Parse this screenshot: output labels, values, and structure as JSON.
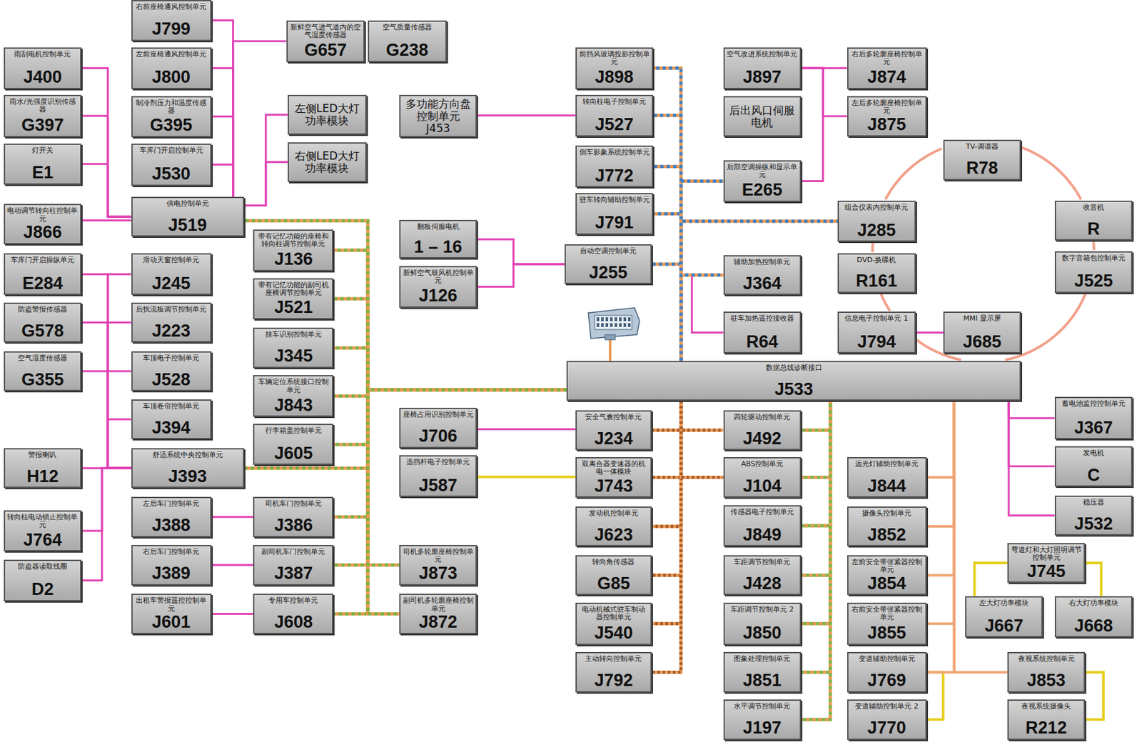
{
  "diagram": {
    "nodes": [
      {
        "text": [
          "右前座椅通风控制单元",
          "J799"
        ]
      },
      {
        "text": [
          "左前座椅通风控制单元",
          "J800"
        ]
      },
      {
        "text": [
          "新鲜空气进气道内的空气湿度传感器",
          "G657"
        ]
      },
      {
        "text": [
          "空气质量传感器",
          "G238"
        ]
      },
      {
        "text": [
          "前挡风玻璃投影控制单元",
          "J898"
        ]
      },
      {
        "text": [
          "空气改进系统控制单元",
          "J897"
        ]
      },
      {
        "text": [
          "右后多轮廓座椅控制单元",
          "J874"
        ]
      },
      {
        "text": [
          "雨刮电机控制单元",
          "J400"
        ]
      },
      {
        "text": [
          "制冷剂压力和温度传感器",
          "G395"
        ]
      },
      {
        "text": [
          "左侧LED大灯功率模块"
        ]
      },
      {
        "text": [
          "多功能方向盘控制单元",
          "J453"
        ]
      },
      {
        "text": [
          "转向柱电子控制单元",
          "J527"
        ]
      },
      {
        "text": [
          "后出风口伺服电机"
        ]
      },
      {
        "text": [
          "左后多轮廓座椅控制单元",
          "J875"
        ]
      },
      {
        "text": [
          "雨水/光强度识别传感器",
          "G397"
        ]
      },
      {
        "text": [
          "TV-调谐器",
          "R78"
        ]
      },
      {
        "text": [
          "灯开关",
          "E1"
        ]
      },
      {
        "text": [
          "车库门开启控制单元",
          "J530"
        ]
      },
      {
        "text": [
          "右侧LED大灯功率模块"
        ]
      },
      {
        "text": [
          "倒车影象系统控制单元",
          "J772"
        ]
      },
      {
        "text": [
          "后部空调操纵和显示单元",
          "E265"
        ]
      },
      {
        "text": [
          "供电控制单元",
          "J519"
        ]
      },
      {
        "text": [
          "电动调节转向柱控制单元",
          "J866"
        ]
      },
      {
        "text": [
          "驻车转向辅助控制单元",
          "J791"
        ]
      },
      {
        "text": [
          "组合仪表内控制单元",
          "J285"
        ]
      },
      {
        "text": [
          "收音机",
          "R"
        ]
      },
      {
        "text": [
          "翻板伺服电机",
          "1 – 16"
        ]
      },
      {
        "text": [
          "带有记忆功能的座椅和转向柱调节控制单元",
          "J136"
        ]
      },
      {
        "text": [
          "自动空调控制单元",
          "J255"
        ]
      },
      {
        "text": [
          "车库门开启操纵单元",
          "E284"
        ]
      },
      {
        "text": [
          "滑动天窗控制单元",
          "J245"
        ]
      },
      {
        "text": [
          "辅助加热控制单元",
          "J364"
        ]
      },
      {
        "text": [
          "DVD-换碟机",
          "R161"
        ]
      },
      {
        "text": [
          "数字音箱包控制单元",
          "J525"
        ]
      },
      {
        "text": [
          "新鲜空气鼓风机控制单元",
          "J126"
        ]
      },
      {
        "text": [
          "带有记忆功能的副司机座椅调节控制单元",
          "J521"
        ]
      },
      {
        "text": [
          "防盗警报传感器",
          "G578"
        ]
      },
      {
        "text": [
          "后扰流板调节控制单元",
          "J223"
        ]
      },
      {
        "text": [
          "驻车加热遥控接收器",
          "R64"
        ]
      },
      {
        "text": [
          "信息电子控制单元 1",
          "J794"
        ]
      },
      {
        "text": [
          "MMI 显示屏",
          "J685"
        ]
      },
      {
        "text": [
          "挂车识别控制单元",
          "J345"
        ]
      },
      {
        "text": [
          "空气湿度传感器",
          "G355"
        ]
      },
      {
        "text": [
          "车顶电子控制单元",
          "J528"
        ]
      },
      {
        "text": [
          "数据总线诊断接口",
          "J533"
        ]
      },
      {
        "text": [
          "车辆定位系统接口控制单元",
          "J843"
        ]
      },
      {
        "text": [
          "蓄电池监控控制单元",
          "J367"
        ]
      },
      {
        "text": [
          "车顶卷帘控制单元",
          "J394"
        ]
      },
      {
        "text": [
          "座椅占用识别控制单元",
          "J706"
        ]
      },
      {
        "text": [
          "安全气囊控制单元",
          "J234"
        ]
      },
      {
        "text": [
          "四轮驱动控制单元",
          "J492"
        ]
      },
      {
        "text": [
          "行李箱盖控制单元",
          "J605"
        ]
      },
      {
        "text": [
          "警报喇叭",
          "H12"
        ]
      },
      {
        "text": [
          "舒适系统中央控制单元",
          "J393"
        ]
      },
      {
        "text": [
          "发电机",
          "C"
        ]
      },
      {
        "text": [
          "选挡杆电子控制单元",
          "J587"
        ]
      },
      {
        "text": [
          "双离合器变速器的机电一体模块",
          "J743"
        ]
      },
      {
        "text": [
          "ABS控制单元",
          "J104"
        ]
      },
      {
        "text": [
          "远光灯辅助控制单元",
          "J844"
        ]
      },
      {
        "text": [
          "左后车门控制单元",
          "J388"
        ]
      },
      {
        "text": [
          "司机车门控制单元",
          "J386"
        ]
      },
      {
        "text": [
          "稳压器",
          "J532"
        ]
      },
      {
        "text": [
          "发动机控制单元",
          "J623"
        ]
      },
      {
        "text": [
          "传感器电子控制单元",
          "J849"
        ]
      },
      {
        "text": [
          "摄像头控制单元",
          "J852"
        ]
      },
      {
        "text": [
          "转向柱电动锁止控制单元",
          "J764"
        ]
      },
      {
        "text": [
          "右后车门控制单元",
          "J389"
        ]
      },
      {
        "text": [
          "副司机车门控制单元",
          "J387"
        ]
      },
      {
        "text": [
          "司机多轮廓座椅控制单元",
          "J873"
        ]
      },
      {
        "text": [
          "弯道灯和大灯照明调节控制单元",
          "J745"
        ]
      },
      {
        "text": [
          "转向角传感器",
          "G85"
        ]
      },
      {
        "text": [
          "车距调节控制单元",
          "J428"
        ]
      },
      {
        "text": [
          "左前安全带张紧器控制单元",
          "J854"
        ]
      },
      {
        "text": [
          "防盗器读取线圈",
          "D2"
        ]
      },
      {
        "text": [
          "出租车警报遥控控制单元",
          "J601"
        ]
      },
      {
        "text": [
          "专用车控制单元",
          "J608"
        ]
      },
      {
        "text": [
          "副司机多轮廓座椅控制单元",
          "J872"
        ]
      },
      {
        "text": [
          "电动机械式驻车制动器控制单元",
          "J540"
        ]
      },
      {
        "text": [
          "车距调节控制单元 2",
          "J850"
        ]
      },
      {
        "text": [
          "右前安全带张紧器控制单元",
          "J855"
        ]
      },
      {
        "text": [
          "左大灯功率模块",
          "J667"
        ]
      },
      {
        "text": [
          "右大灯功率模块",
          "J668"
        ]
      },
      {
        "text": [
          "主动转向控制单元",
          "J792"
        ]
      },
      {
        "text": [
          "图象处理控制单元",
          "J851"
        ]
      },
      {
        "text": [
          "变道辅助控制单元",
          "J769"
        ]
      },
      {
        "text": [
          "夜视系统控制单元",
          "J853"
        ]
      },
      {
        "text": [
          "水平调节控制单元",
          "J197"
        ]
      },
      {
        "text": [
          "变道辅助控制单元 2",
          "J770"
        ]
      },
      {
        "text": [
          "夜视系统摄像头",
          "R212"
        ]
      }
    ],
    "edges": [
      {
        "from": 21,
        "to": 0,
        "arrow": "none"
      },
      {
        "from": 21,
        "to": 1,
        "arrow": "none"
      },
      {
        "from": 21,
        "to": 8,
        "arrow": "none"
      },
      {
        "from": 21,
        "to": 17,
        "arrow": "none"
      },
      {
        "from": 21,
        "to": 2,
        "arrow": "none"
      },
      {
        "from": 21,
        "to": 9,
        "arrow": "none"
      },
      {
        "from": 21,
        "to": 18,
        "arrow": "none"
      },
      {
        "from": 21,
        "to": 7,
        "arrow": "none"
      },
      {
        "from": 21,
        "to": 14,
        "arrow": "none"
      },
      {
        "from": 21,
        "to": 16,
        "arrow": "none"
      },
      {
        "from": 21,
        "to": 22,
        "arrow": "none"
      },
      {
        "from": 53,
        "to": 29,
        "arrow": "none"
      },
      {
        "from": 53,
        "to": 36,
        "arrow": "none"
      },
      {
        "from": 53,
        "to": 42,
        "arrow": "none"
      },
      {
        "from": 53,
        "to": 30,
        "arrow": "none"
      },
      {
        "from": 53,
        "to": 37,
        "arrow": "none"
      },
      {
        "from": 53,
        "to": 43,
        "arrow": "none"
      },
      {
        "from": 53,
        "to": 47,
        "arrow": "none"
      },
      {
        "from": 53,
        "to": 52,
        "arrow": "none"
      },
      {
        "from": 53,
        "to": 65,
        "arrow": "none"
      },
      {
        "from": 53,
        "to": 73,
        "arrow": "none"
      },
      {
        "from": 59,
        "to": 60,
        "arrow": "none"
      },
      {
        "from": 66,
        "to": 67,
        "arrow": "none"
      },
      {
        "from": 74,
        "to": 75,
        "arrow": "none"
      },
      {
        "from": 28,
        "to": 26,
        "arrow": "none"
      },
      {
        "from": 28,
        "to": 34,
        "arrow": "none"
      },
      {
        "from": 10,
        "to": 11,
        "arrow": "none"
      },
      {
        "from": 48,
        "to": 49,
        "arrow": "none"
      },
      {
        "from": 5,
        "to": 6,
        "arrow": "none"
      },
      {
        "from": 5,
        "to": 13,
        "arrow": "none"
      },
      {
        "from": 5,
        "to": 20,
        "arrow": "none"
      },
      {
        "from": 31,
        "to": 38,
        "arrow": "none"
      },
      {
        "from": 39,
        "to": 40,
        "arrow": "none"
      },
      {
        "from": 44,
        "to": 46,
        "arrow": "none"
      },
      {
        "from": 44,
        "to": 54,
        "arrow": "none"
      },
      {
        "from": 44,
        "to": 61,
        "arrow": "none"
      },
      {
        "from": 55,
        "to": 56,
        "arrow": "none"
      },
      {
        "from": 69,
        "to": 80,
        "arrow": "none"
      },
      {
        "from": 69,
        "to": 81,
        "arrow": "none"
      },
      {
        "from": 84,
        "to": 87,
        "arrow": "none"
      },
      {
        "from": 85,
        "to": 88,
        "arrow": "none"
      },
      {
        "from": 15,
        "to": 25,
        "arrow": "none"
      },
      {
        "from": 25,
        "to": 33,
        "arrow": "none"
      },
      {
        "from": 33,
        "to": 44,
        "arrow": "none"
      },
      {
        "from": 44,
        "to": 39,
        "arrow": "none"
      },
      {
        "from": 39,
        "to": 32,
        "arrow": "none"
      },
      {
        "from": 32,
        "to": 24,
        "arrow": "none"
      },
      {
        "from": 24,
        "to": 15,
        "arrow": "none"
      },
      {
        "from": 44,
        "to": 21,
        "arrow": "none"
      },
      {
        "from": 44,
        "to": 27,
        "arrow": "none"
      },
      {
        "from": 44,
        "to": 35,
        "arrow": "none"
      },
      {
        "from": 44,
        "to": 41,
        "arrow": "none"
      },
      {
        "from": 44,
        "to": 45,
        "arrow": "none"
      },
      {
        "from": 44,
        "to": 51,
        "arrow": "none"
      },
      {
        "from": 44,
        "to": 53,
        "arrow": "none"
      },
      {
        "from": 44,
        "to": 60,
        "arrow": "none"
      },
      {
        "from": 44,
        "to": 67,
        "arrow": "none"
      },
      {
        "from": 44,
        "to": 75,
        "arrow": "none"
      },
      {
        "from": 44,
        "to": 68,
        "arrow": "none"
      },
      {
        "from": 44,
        "to": 76,
        "arrow": "none"
      },
      {
        "from": 44,
        "to": 4,
        "arrow": "none"
      },
      {
        "from": 44,
        "to": 11,
        "arrow": "none"
      },
      {
        "from": 44,
        "to": 19,
        "arrow": "none"
      },
      {
        "from": 44,
        "to": 23,
        "arrow": "none"
      },
      {
        "from": 44,
        "to": 28,
        "arrow": "none"
      },
      {
        "from": 44,
        "to": 20,
        "arrow": "none"
      },
      {
        "from": 44,
        "to": 24,
        "arrow": "none"
      },
      {
        "from": 44,
        "to": 31,
        "arrow": "none"
      },
      {
        "from": 44,
        "to": 49,
        "arrow": "none"
      },
      {
        "from": 44,
        "to": 56,
        "arrow": "none"
      },
      {
        "from": 44,
        "to": 62,
        "arrow": "none"
      },
      {
        "from": 44,
        "to": 70,
        "arrow": "none"
      },
      {
        "from": 44,
        "to": 77,
        "arrow": "none"
      },
      {
        "from": 44,
        "to": 82,
        "arrow": "none"
      },
      {
        "from": 44,
        "to": 50,
        "arrow": "none"
      },
      {
        "from": 44,
        "to": 57,
        "arrow": "none"
      },
      {
        "from": 44,
        "to": 50,
        "arrow": "none"
      },
      {
        "from": 44,
        "to": 57,
        "arrow": "none"
      },
      {
        "from": 44,
        "to": 63,
        "arrow": "none"
      },
      {
        "from": 44,
        "to": 71,
        "arrow": "none"
      },
      {
        "from": 44,
        "to": 78,
        "arrow": "none"
      },
      {
        "from": 44,
        "to": 83,
        "arrow": "none"
      },
      {
        "from": 44,
        "to": 86,
        "arrow": "none"
      },
      {
        "from": 44,
        "to": 58,
        "arrow": "none"
      },
      {
        "from": 44,
        "to": 64,
        "arrow": "none"
      },
      {
        "from": 44,
        "to": 72,
        "arrow": "none"
      },
      {
        "from": 44,
        "to": 79,
        "arrow": "none"
      },
      {
        "from": 44,
        "to": 84,
        "arrow": "none"
      },
      {
        "from": 44,
        "to": 85,
        "arrow": "none"
      }
    ]
  }
}
